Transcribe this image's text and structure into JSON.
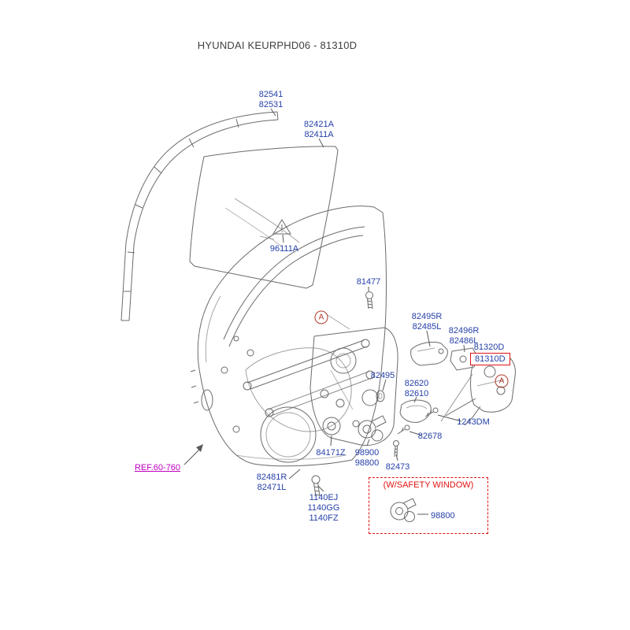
{
  "title": "HYUNDAI KEURPHD06 - 81310D",
  "colors": {
    "label": "#2540a8",
    "ref": "#bf00bf",
    "highlight": "#e01212",
    "callout": "#b03b2e",
    "line": "#6b6b6b",
    "leader": "#5a5a5a",
    "title_text": "#3f3f3f"
  },
  "labels": {
    "p82541": "82541\n82531",
    "p82421a": "82421A\n82411A",
    "p96111a": "96111A",
    "p81477": "81477",
    "p82495r": "82495R\n82485L",
    "p82496r": "82496R\n82486L",
    "p81320d": "81320D",
    "p81310d": "81310D",
    "p82495": "82495",
    "p82620": "82620\n82610",
    "p1243dm": "1243DM",
    "p82678": "82678",
    "p84171z": "84171Z",
    "p98900": "98900\n98800",
    "p82473": "82473",
    "p82481r": "82481R\n82471L",
    "p1140ej": "1140EJ\n1140GG\n1140FZ",
    "ref_label": "REF.60-760",
    "safety_title": "(W/SAFETY WINDOW)",
    "p98800_safety": "98800",
    "callout_a": "A"
  }
}
